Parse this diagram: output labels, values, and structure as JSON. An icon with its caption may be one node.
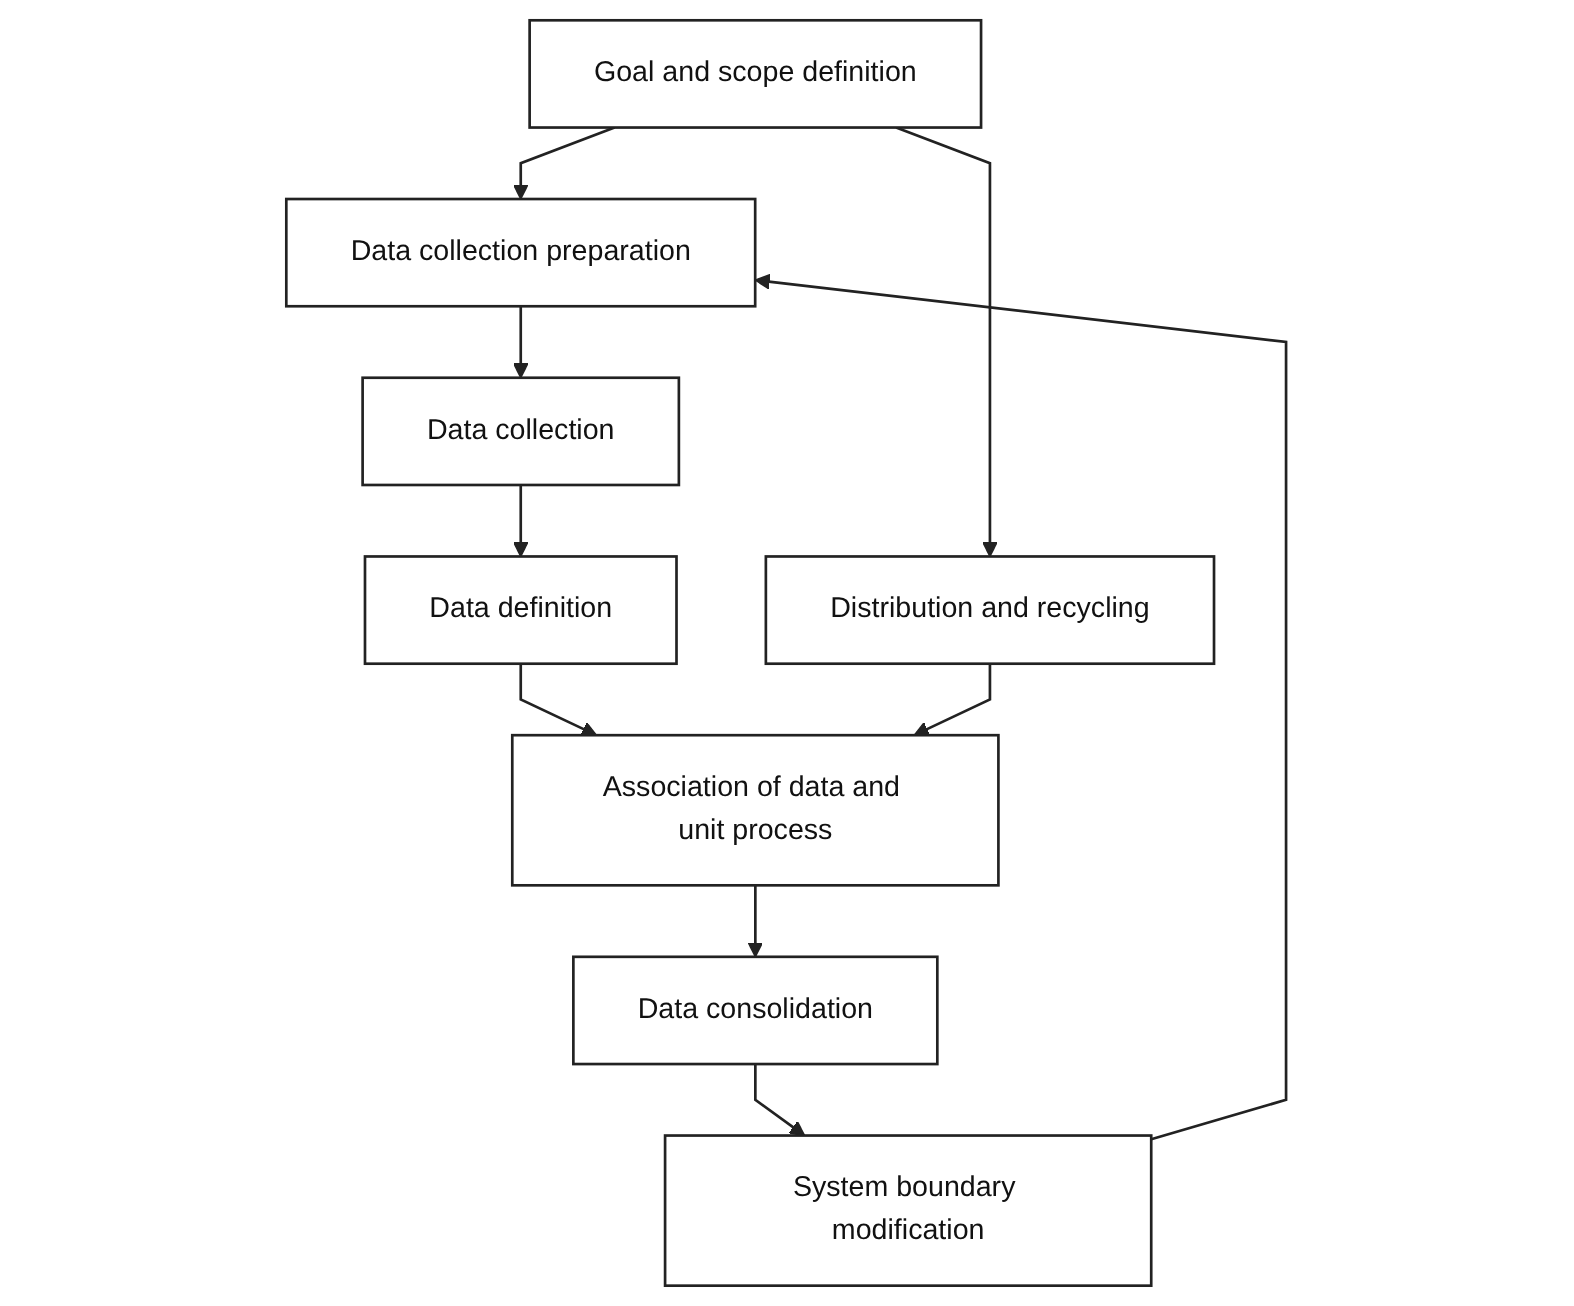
{
  "diagram": {
    "nodes": [
      {
        "text": [
          "Goal and scope definition"
        ]
      },
      {
        "text": [
          "Data collection preparation"
        ]
      },
      {
        "text": [
          "Data collection"
        ]
      },
      {
        "text": [
          "Data definition"
        ]
      },
      {
        "text": [
          "Association of data and unit process"
        ]
      },
      {
        "text": [
          "Distribution and recycling"
        ]
      },
      {
        "text": [
          "Data consolidation"
        ]
      },
      {
        "text": [
          "System boundary modification"
        ]
      }
    ],
    "edges": [
      {
        "from": 0,
        "to": 1,
        "arrow": "to"
      },
      {
        "from": 0,
        "to": 5,
        "arrow": "to"
      },
      {
        "from": 1,
        "to": 2,
        "arrow": "to"
      },
      {
        "from": 2,
        "to": 3,
        "arrow": "to"
      },
      {
        "from": 3,
        "to": 4,
        "arrow": "to"
      },
      {
        "from": 5,
        "to": 4,
        "arrow": "to"
      },
      {
        "from": 4,
        "to": 6,
        "arrow": "to"
      },
      {
        "from": 6,
        "to": 7,
        "arrow": "to"
      },
      {
        "from": 7,
        "to": 1,
        "arrow": "to"
      }
    ]
  }
}
